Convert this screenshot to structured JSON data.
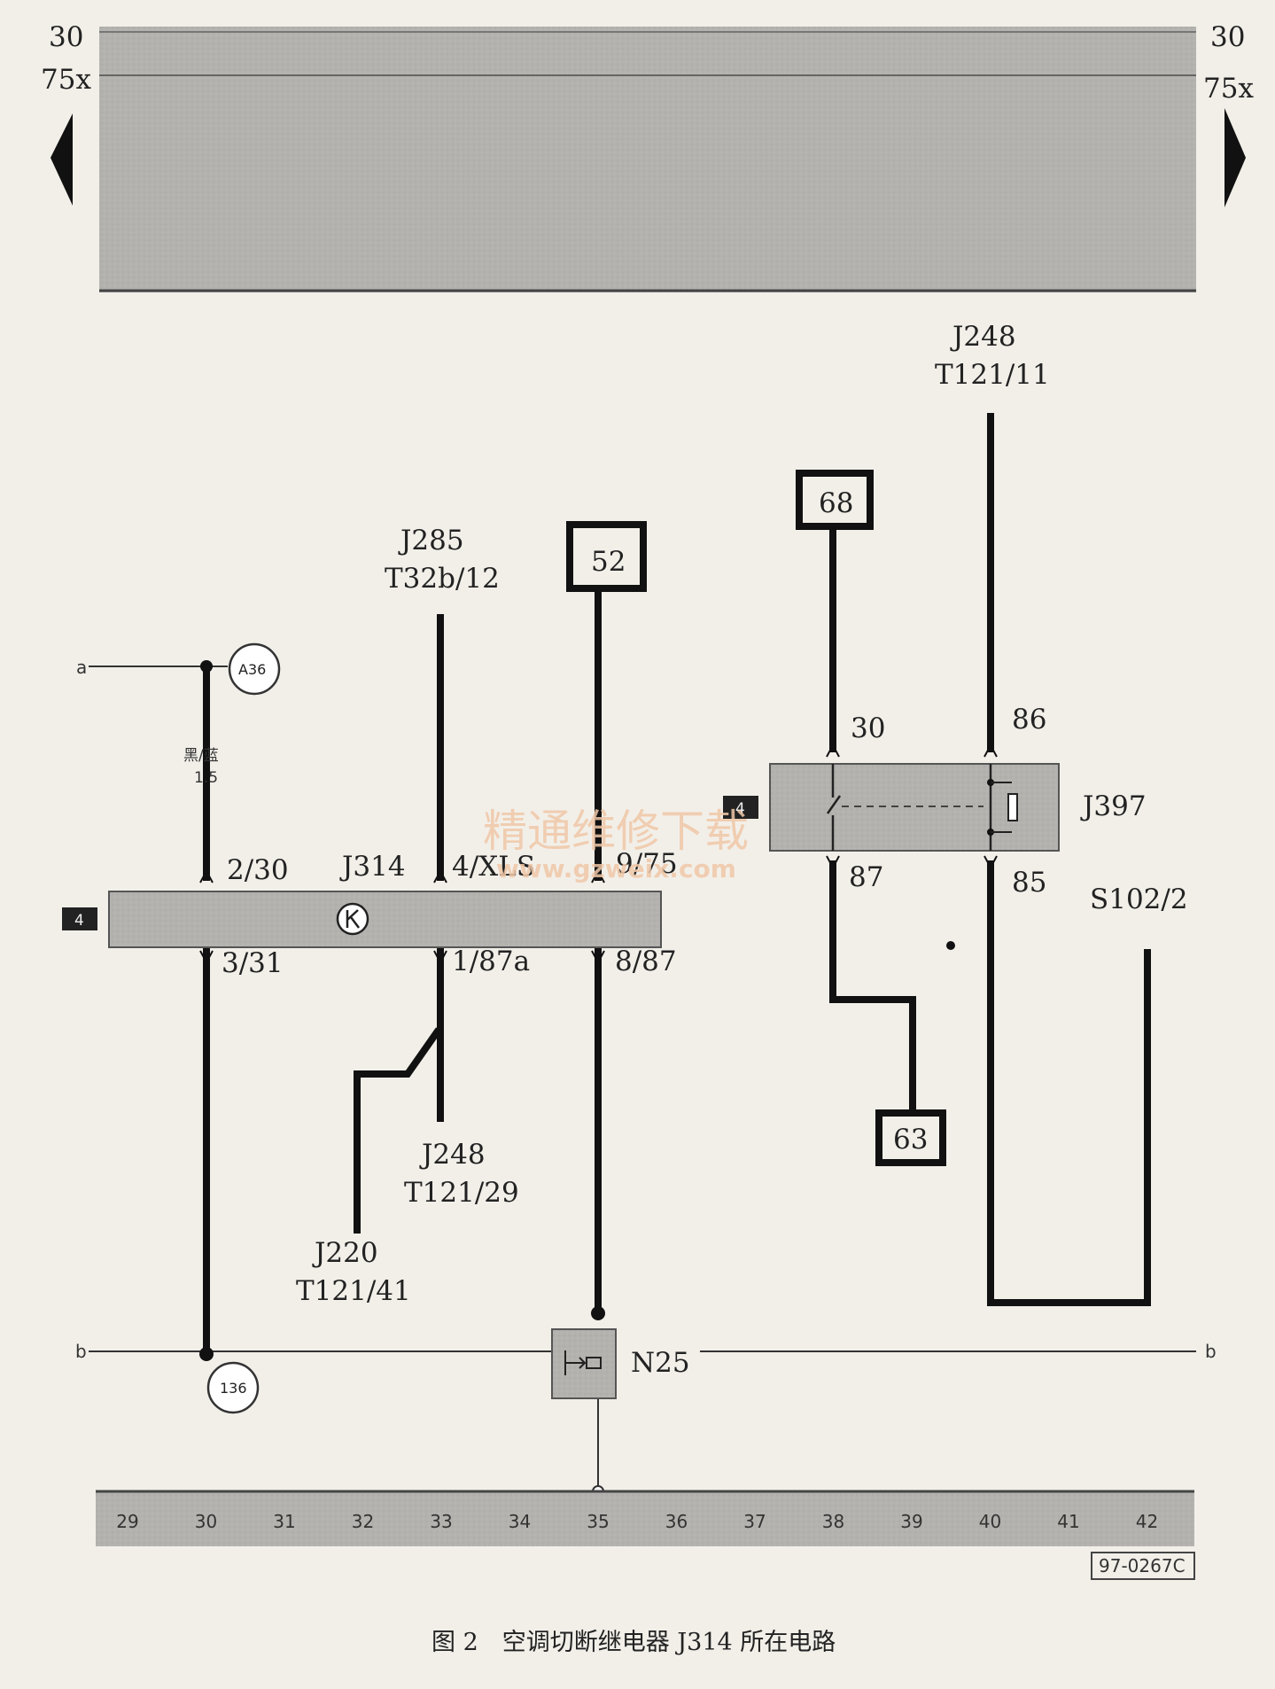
{
  "top_bar": {
    "left_top": "30",
    "left_bottom": "75x",
    "right_top": "30",
    "right_bottom": "75x"
  },
  "labels": {
    "j248_top": "J248",
    "t121_11": "T121/11",
    "j285": "J285",
    "t32b_12": "T32b/12",
    "box_52": "52",
    "box_68": "68",
    "box_63": "63",
    "conn_a": "a",
    "conn_b_left": "b",
    "conn_b_right": "b",
    "a36": "A36",
    "wire_color": "黑/蓝",
    "wire_size": "1.5",
    "pin_2_30": "2/30",
    "j314": "J314",
    "pin_4_xls": "4/XLS",
    "pin_9_75": "9/75",
    "pin_3_31": "3/31",
    "pin_1_87a": "1/87a",
    "pin_8_87": "8/87",
    "badge_4_j314": "4",
    "badge_4_j397": "4",
    "pin_30": "30",
    "pin_86": "86",
    "pin_87": "87",
    "pin_85": "85",
    "j397": "J397",
    "s102_2": "S102/2",
    "j248_mid": "J248",
    "t121_29": "T121/29",
    "j220": "J220",
    "t121_41": "T121/41",
    "n25": "N25",
    "ground_136": "136",
    "doc_code": "97-0267C"
  },
  "watermark": {
    "cn": "精通维修下载",
    "url": "www.gzweix.com"
  },
  "bottom_numbers": [
    "29",
    "30",
    "31",
    "32",
    "33",
    "34",
    "35",
    "36",
    "37",
    "38",
    "39",
    "40",
    "41",
    "42"
  ],
  "caption": "图 2　空调切断继电器 J314 所在电路"
}
